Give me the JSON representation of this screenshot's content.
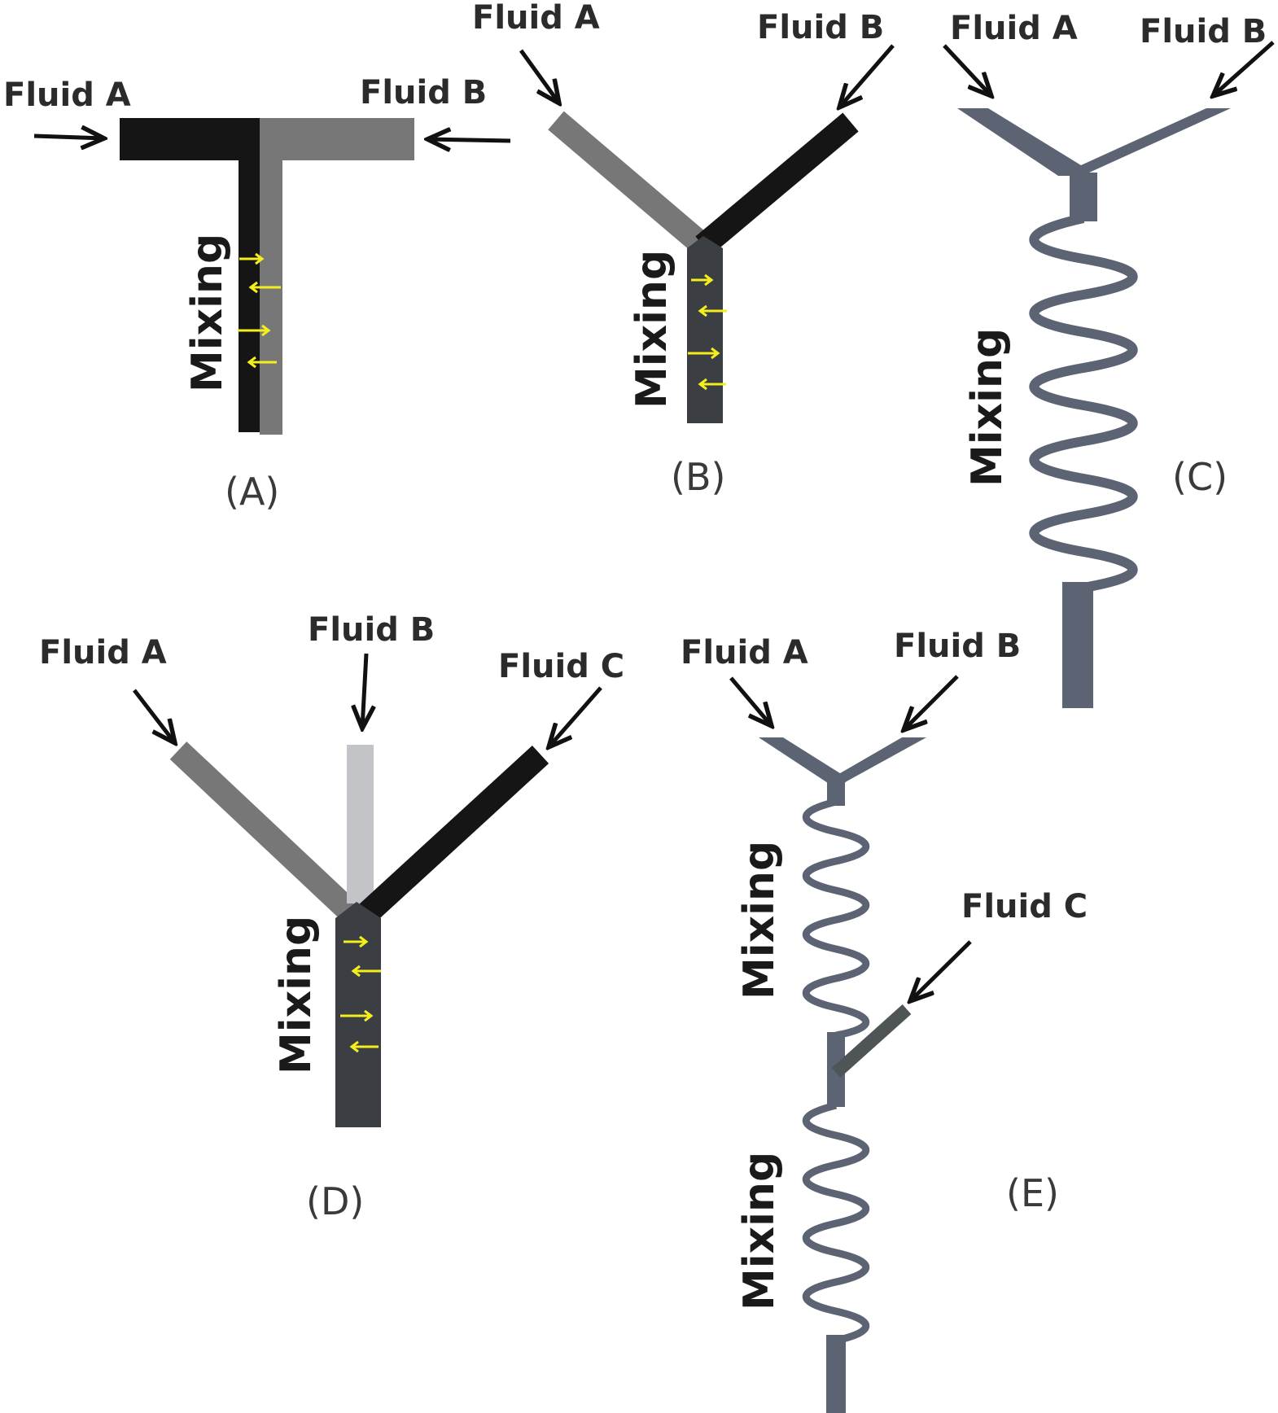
{
  "colors": {
    "black_channel": "#151515",
    "gray_channel": "#777777",
    "light_channel": "#c3c4c8",
    "dark_mix": "#3b3e43",
    "serpentine": "#5c6473",
    "side_inlet": "#4f5457",
    "flow_arrow": "#f4ef1c",
    "pointer": "#111111"
  },
  "icons": {
    "inlet_pointer": "arrow-icon",
    "flow_marker": "flow-arrow-icon"
  },
  "panels": {
    "A": {
      "caption": "(A)",
      "fluid_a": "Fluid A",
      "fluid_b": "Fluid B",
      "mixing": "Mixing"
    },
    "B": {
      "caption": "(B)",
      "fluid_a": "Fluid A",
      "fluid_b": "Fluid B",
      "mixing": "Mixing"
    },
    "C": {
      "caption": "(C)",
      "fluid_a": "Fluid A",
      "fluid_b": "Fluid B",
      "mixing": "Mixing"
    },
    "D": {
      "caption": "(D)",
      "fluid_a": "Fluid A",
      "fluid_b": "Fluid B",
      "fluid_c": "Fluid C",
      "mixing": "Mixing"
    },
    "E": {
      "caption": "(E)",
      "fluid_a": "Fluid A",
      "fluid_b": "Fluid B",
      "fluid_c": "Fluid C",
      "mixing_1": "Mixing",
      "mixing_2": "Mixing"
    }
  }
}
